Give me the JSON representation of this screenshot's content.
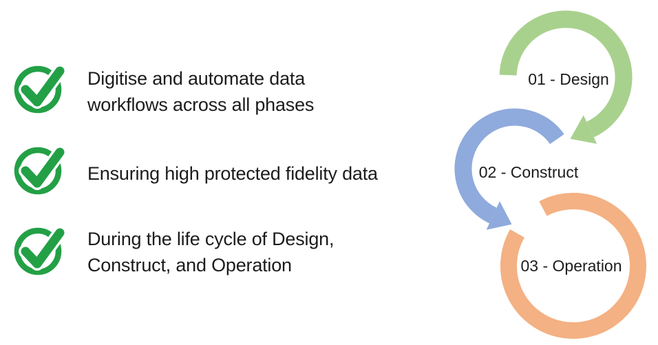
{
  "background": "#ffffff",
  "text_color": "#1c1c1c",
  "checklist": {
    "check_color": "#23a046",
    "items": [
      {
        "lines": [
          "Digitise and automate data",
          "workflows across all phases"
        ]
      },
      {
        "lines": [
          "Ensuring high protected fidelity data"
        ]
      },
      {
        "lines": [
          "During the life cycle of Design,",
          "Construct, and Operation"
        ]
      }
    ]
  },
  "cycle": {
    "steps": [
      {
        "label": "01 - Design",
        "color": "#A9D18E"
      },
      {
        "label": "02 - Construct",
        "color": "#8FAADC"
      },
      {
        "label": "03 - Operation",
        "color": "#F4B183"
      }
    ]
  }
}
